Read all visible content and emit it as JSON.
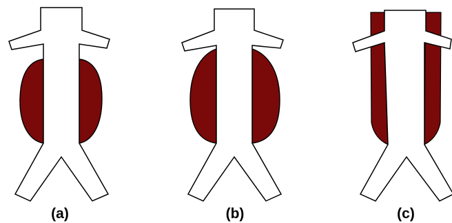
{
  "panels": [
    {
      "label": "(a)",
      "variant": "fusiform"
    },
    {
      "label": "(b)",
      "variant": "fusiform-elongated"
    },
    {
      "label": "(c)",
      "variant": "full-length"
    }
  ],
  "colors": {
    "aneurysm_fill": "#7a0a0a",
    "vessel_fill": "#ffffff",
    "outline": "#000000",
    "background": "#ffffff"
  }
}
